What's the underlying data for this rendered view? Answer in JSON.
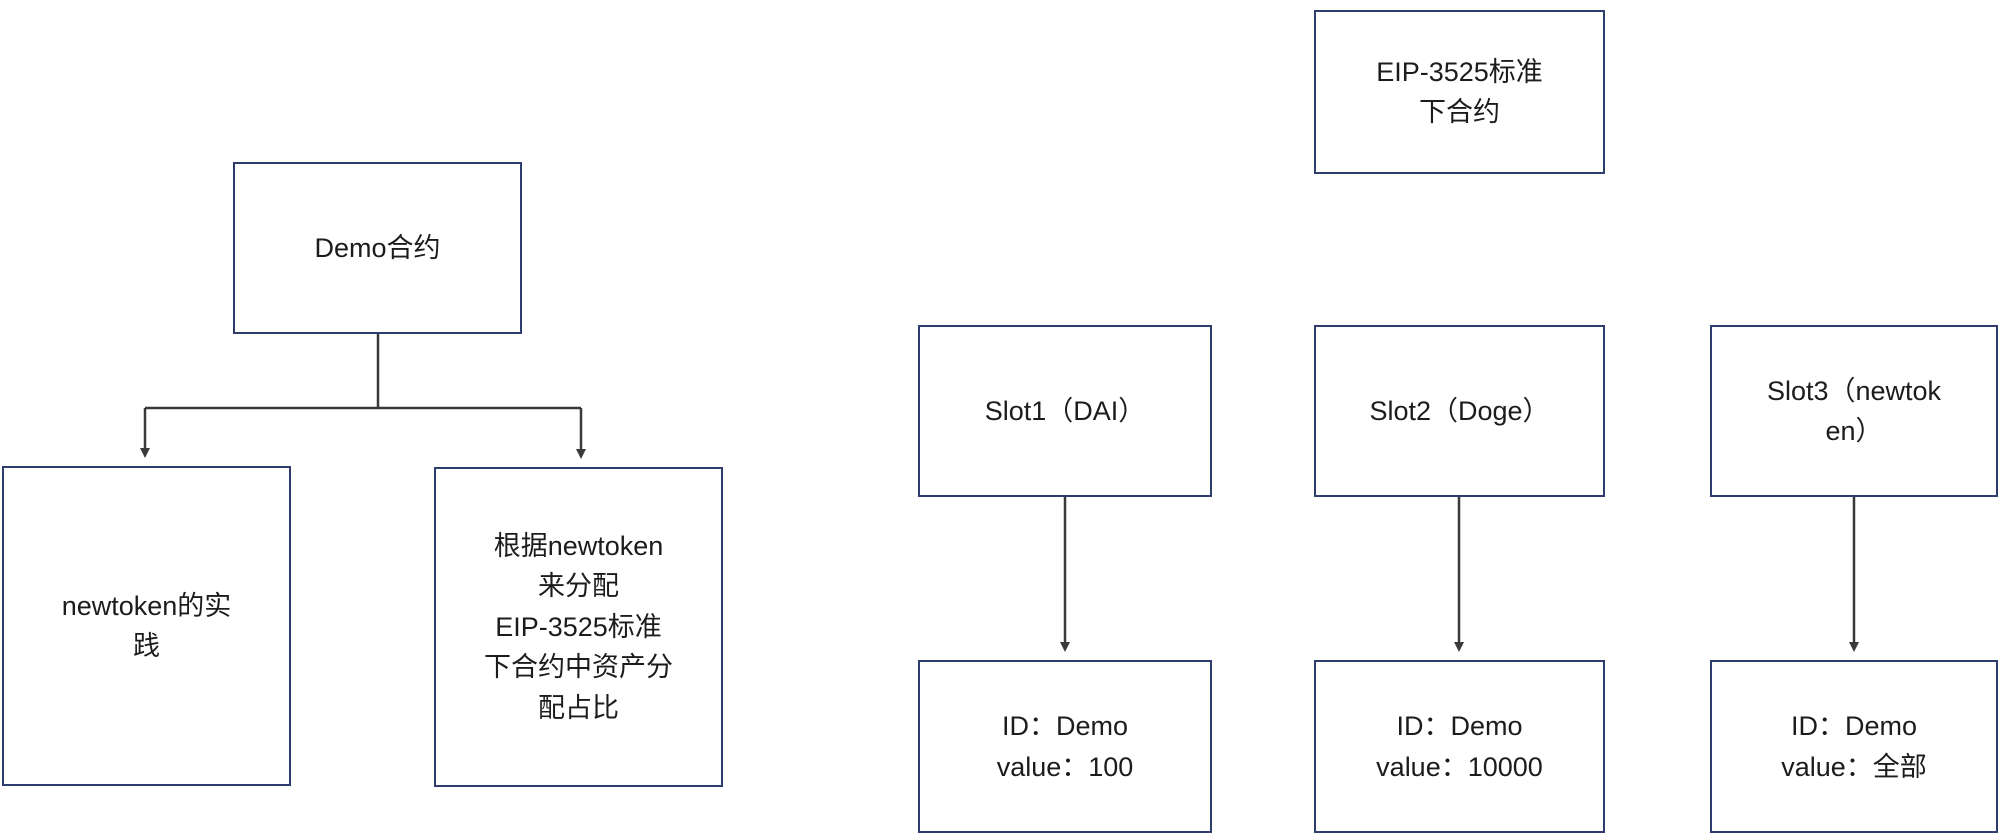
{
  "colors": {
    "box_border": "#2f3c6e",
    "text": "#1c1c1c",
    "connector": "#3a3a3a"
  },
  "left_tree": {
    "root_label": "Demo合约",
    "children": [
      {
        "label": "newtoken的实\n践"
      },
      {
        "label": "根据newtoken\n来分配\nEIP-3525标准\n下合约中资产分\n配占比"
      }
    ]
  },
  "right_tree": {
    "header_label": "EIP-3525标准\n下合约",
    "slots": [
      {
        "label": "Slot1（DAI）",
        "detail": "ID：Demo\nvalue：100"
      },
      {
        "label": "Slot2（Doge）",
        "detail": "ID：Demo\nvalue：10000"
      },
      {
        "label": "Slot3（newtok\nen）",
        "detail": "ID：Demo\nvalue：全部"
      }
    ]
  }
}
